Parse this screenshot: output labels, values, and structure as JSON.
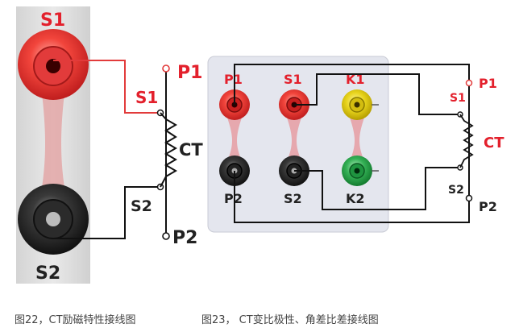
{
  "labels": {
    "left_s1": "S1",
    "left_s2": "S2",
    "ct_p1": "P1",
    "ct_s1": "S1",
    "ct_s2": "S2",
    "ct_p2": "P2",
    "ct_name": "CT",
    "panel_p1": "P1",
    "panel_s1": "S1",
    "panel_k1": "K1",
    "panel_p2": "P2",
    "panel_s2": "S2",
    "panel_k2": "K2",
    "right_p1": "P1",
    "right_s1": "S1",
    "right_ct": "CT",
    "right_s2": "S2",
    "right_p2": "P2"
  },
  "captions": {
    "fig22": "图22，CT励磁特性接线图",
    "fig23": "图23， CT变比极性、角差比差接线图"
  },
  "colors": {
    "red_label": "#e3202c",
    "dark_label": "#222222",
    "wire_red": "#e23b3b",
    "wire_black": "#111111",
    "terminal_red": "#e8332f",
    "terminal_black": "#2a2a2a",
    "terminal_yellow": "#e6d21b",
    "terminal_green": "#28a24b",
    "panel_bg": "#e4e6ee"
  }
}
